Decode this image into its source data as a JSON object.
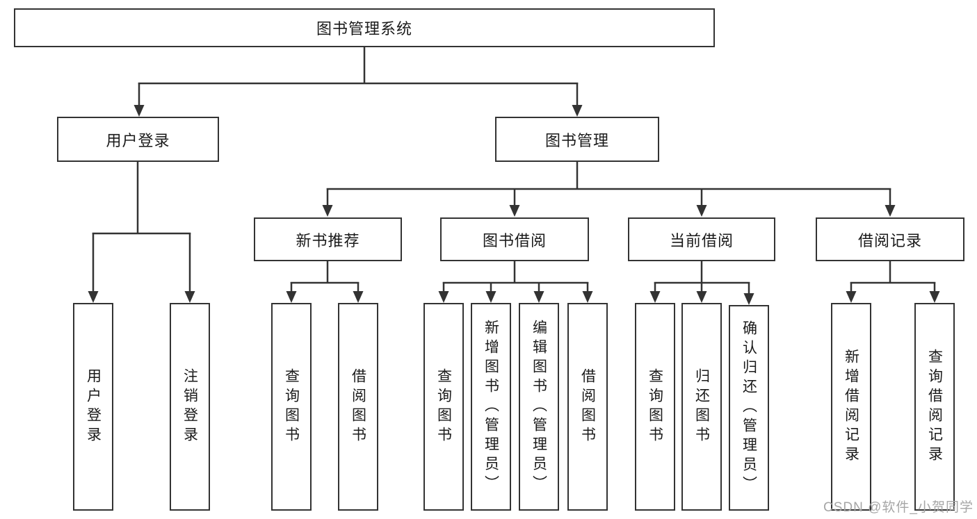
{
  "diagram": {
    "type": "tree",
    "title": "图书管理系统",
    "colors": {
      "line": "#333333",
      "text": "#1a1a1a",
      "node_background": "#ffffff",
      "watermark": "#a6a6a6"
    },
    "nodes": {
      "root": {
        "label": "图书管理系统"
      },
      "user_login": {
        "label": "用户登录"
      },
      "book_mgmt": {
        "label": "图书管理"
      },
      "new_book_rec": {
        "label": "新书推荐"
      },
      "book_borrow": {
        "label": "图书借阅"
      },
      "current_borrow": {
        "label": "当前借阅"
      },
      "borrow_records": {
        "label": "借阅记录"
      },
      "leaf_user_login": {
        "label": "用户登录"
      },
      "leaf_logout": {
        "label": "注销登录"
      },
      "leaf_query_book_a": {
        "label": "查询图书"
      },
      "leaf_borrow_book_a": {
        "label": "借阅图书"
      },
      "leaf_query_book_b": {
        "label": "查询图书"
      },
      "leaf_add_book": {
        "label": "新增图书（管理员）"
      },
      "leaf_edit_book": {
        "label": "编辑图书（管理员）"
      },
      "leaf_borrow_book_b": {
        "label": "借阅图书"
      },
      "leaf_query_book_c": {
        "label": "查询图书"
      },
      "leaf_return_book": {
        "label": "归还图书"
      },
      "leaf_confirm_return": {
        "label": "确认归还（管理员）"
      },
      "leaf_add_record": {
        "label": "新增借阅记录"
      },
      "leaf_query_record": {
        "label": "查询借阅记录"
      }
    },
    "edges": [
      {
        "from": "root",
        "to": "user_login"
      },
      {
        "from": "root",
        "to": "book_mgmt"
      },
      {
        "from": "user_login",
        "to": "leaf_user_login"
      },
      {
        "from": "user_login",
        "to": "leaf_logout"
      },
      {
        "from": "book_mgmt",
        "to": "new_book_rec"
      },
      {
        "from": "book_mgmt",
        "to": "book_borrow"
      },
      {
        "from": "book_mgmt",
        "to": "current_borrow"
      },
      {
        "from": "book_mgmt",
        "to": "borrow_records"
      },
      {
        "from": "new_book_rec",
        "to": "leaf_query_book_a"
      },
      {
        "from": "new_book_rec",
        "to": "leaf_borrow_book_a"
      },
      {
        "from": "book_borrow",
        "to": "leaf_query_book_b"
      },
      {
        "from": "book_borrow",
        "to": "leaf_add_book"
      },
      {
        "from": "book_borrow",
        "to": "leaf_edit_book"
      },
      {
        "from": "book_borrow",
        "to": "leaf_borrow_book_b"
      },
      {
        "from": "current_borrow",
        "to": "leaf_query_book_c"
      },
      {
        "from": "current_borrow",
        "to": "leaf_return_book"
      },
      {
        "from": "current_borrow",
        "to": "leaf_confirm_return"
      },
      {
        "from": "borrow_records",
        "to": "leaf_add_record"
      },
      {
        "from": "borrow_records",
        "to": "leaf_query_record"
      }
    ],
    "watermark": "CSDN @软件_小贺同学"
  }
}
